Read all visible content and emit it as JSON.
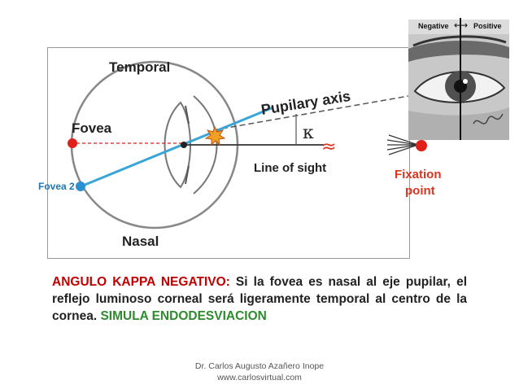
{
  "diagram": {
    "temporal_label": "Temporal",
    "nasal_label": "Nasal",
    "fovea_label": "Fovea",
    "fovea2_label": "Fovea 2",
    "pupilary_axis_label": "Pupilary axis",
    "kappa_symbol": "κ",
    "approx_symbol": "≈",
    "line_of_sight_label": "Line of sight",
    "fixation_label_line1": "Fixation",
    "fixation_label_line2": "point",
    "colors": {
      "fovea_red": "#e0201a",
      "fovea2_blue": "#2a8fd0",
      "axis_blue": "#3aa6d8",
      "fixation_text": "#d9351f",
      "fovea2_text": "#1f77b4"
    }
  },
  "photo": {
    "negative_label": "Negative",
    "positive_label": "Positive",
    "arrow_symbol": "⟷"
  },
  "caption": {
    "title": "ANGULO KAPPA NEGATIVO:",
    "body": " Si la fovea es nasal al eje pupilar, el reflejo luminoso corneal será ligeramente temporal al centro de la cornea.",
    "highlight": "SIMULA ENDODESVIACION"
  },
  "footer": {
    "author": "Dr. Carlos Augusto Azañero Inope",
    "website": "www.carlosvirtual.com"
  }
}
